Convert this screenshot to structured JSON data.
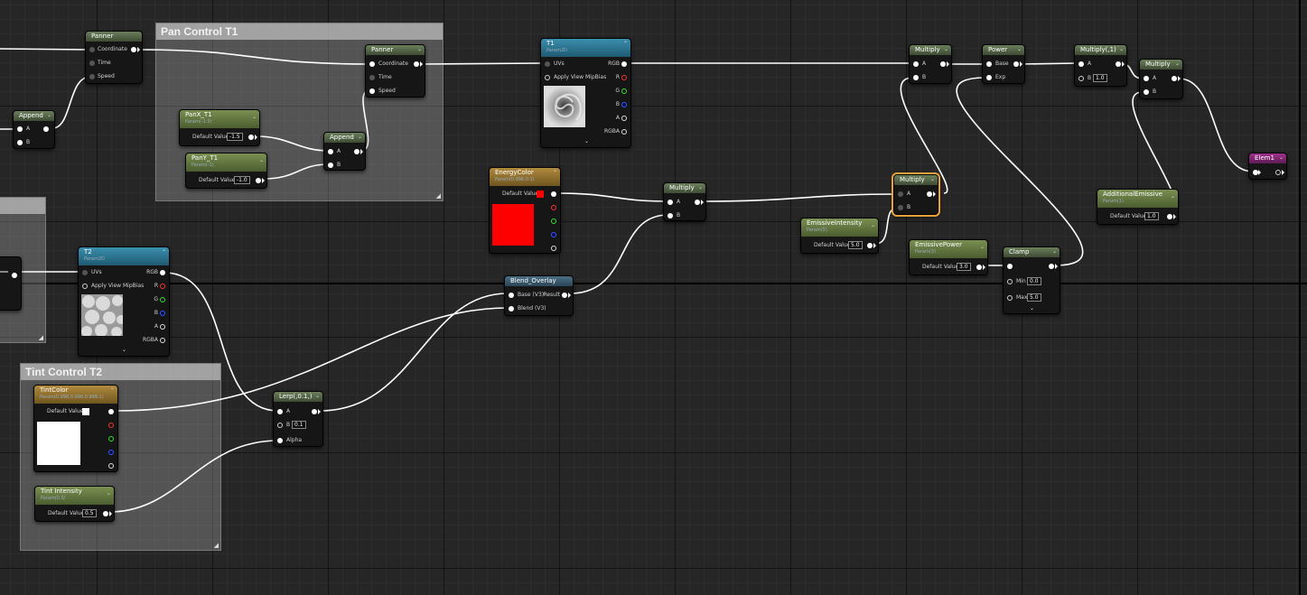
{
  "comments": {
    "pan": "Pan Control T1",
    "tint": "Tint Control T2"
  },
  "nodes": {
    "panner1": {
      "title": "Panner",
      "pins": [
        "Coordinate",
        "Time",
        "Speed"
      ]
    },
    "panner2": {
      "title": "Panner",
      "pins": [
        "Coordinate",
        "Time",
        "Speed"
      ]
    },
    "append1": {
      "title": "Append",
      "pins": [
        "A",
        "B"
      ]
    },
    "append2": {
      "title": "Append",
      "pins": [
        "A",
        "B"
      ]
    },
    "panx": {
      "title": "PanX_T1",
      "sub": "Param(-1.5)",
      "label": "Default Value",
      "value": "-1.5"
    },
    "pany": {
      "title": "PanY_T1",
      "sub": "Param(-1)",
      "label": "Default Value",
      "value": "-1.0"
    },
    "t1": {
      "title": "T1",
      "sub": "Param2D",
      "in": [
        "UVs",
        "Apply View MipBias"
      ],
      "out": [
        "RGB",
        "R",
        "G",
        "B",
        "A",
        "RGBA"
      ]
    },
    "t2": {
      "title": "T2",
      "sub": "Param2D",
      "in": [
        "UVs",
        "Apply View MipBias"
      ],
      "out": [
        "RGB",
        "R",
        "G",
        "B",
        "A",
        "RGBA"
      ]
    },
    "energy": {
      "title": "EnergyColor",
      "sub": "Param(0.996,0.1)",
      "label": "Default Value",
      "color": "#ff0000"
    },
    "tint": {
      "title": "TintColor",
      "sub": "Param(0.998,0.998,0.998,1)",
      "label": "Default Value",
      "color": "#ffffff"
    },
    "tintint": {
      "title": "Tint Intensity",
      "sub": "Param(0.5)",
      "label": "Default Value",
      "value": "0.5"
    },
    "lerp": {
      "title": "Lerp(,0.1,)",
      "pins": [
        "A",
        "B",
        "Alpha"
      ],
      "b": "0.1"
    },
    "blend": {
      "title": "Blend_Overlay",
      "pins": [
        "Base (V3)",
        "Blend (V3)"
      ],
      "out": "Result"
    },
    "mult1": {
      "title": "Multiply",
      "pins": [
        "A",
        "B"
      ]
    },
    "mult2": {
      "title": "Multiply",
      "pins": [
        "A",
        "B"
      ]
    },
    "mult3": {
      "title": "Multiply",
      "pins": [
        "A",
        "B"
      ]
    },
    "mult4": {
      "title": "Multiply(,1)",
      "pins": [
        "A",
        "B"
      ],
      "b": "1.0"
    },
    "mult5": {
      "title": "Multiply",
      "pins": [
        "A",
        "B"
      ]
    },
    "power": {
      "title": "Power",
      "pins": [
        "Base",
        "Exp"
      ]
    },
    "emint": {
      "title": "EmissiveIntensity",
      "sub": "Param(5)",
      "label": "Default Value",
      "value": "5.0"
    },
    "empow": {
      "title": "EmissivePower",
      "sub": "Param(3)",
      "label": "Default Value",
      "value": "3.0"
    },
    "clamp": {
      "title": "Clamp",
      "pins": [
        "Min",
        "Max"
      ],
      "min": "0.0",
      "max": "5.0"
    },
    "addem": {
      "title": "AdditionalEmissive",
      "sub": "Param(1)",
      "label": "Default Value",
      "value": "1.0"
    },
    "elem": {
      "title": "Elem1"
    }
  },
  "colors": {
    "wire": "#ffffff",
    "selection": "#e9a23b",
    "scalar_header": "#6a7f5a",
    "texture_header": "#3b8fae",
    "vector_header": "#b18a3e",
    "output_header": "#a0308e"
  },
  "icons": [
    "chevron-down-icon",
    "chevron-up-icon",
    "resize-grip-icon"
  ]
}
